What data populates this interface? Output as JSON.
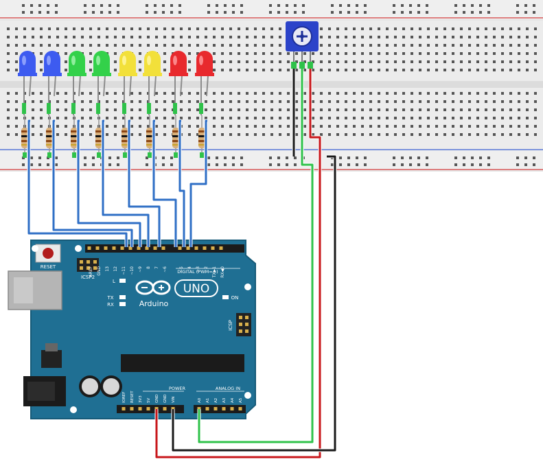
{
  "board": {
    "reset_label": "RESET",
    "icsp2_label": "ICSP2",
    "l_label": "L",
    "tx_label": "TX",
    "rx_label": "RX",
    "on_label": "ON",
    "brand_label": "Arduino",
    "model_label": "UNO",
    "digital_label": "DIGITAL (PWM=~)",
    "icsp_label": "ICSP",
    "power_label": "POWER",
    "analog_label": "ANALOG IN",
    "digital_pins": [
      "AREF",
      "GND",
      "13",
      "12",
      "~11",
      "~10",
      "~9",
      "8",
      "7",
      "~6",
      "~5",
      "4",
      "~3",
      "2",
      "TX▶1",
      "RX◀0"
    ],
    "power_pins": [
      "IOREF",
      "RESET",
      "3V3",
      "5V",
      "GND",
      "GND",
      "VIN"
    ],
    "analog_pins": [
      "A0",
      "A1",
      "A2",
      "A3",
      "A4",
      "A5"
    ]
  },
  "leds": [
    {
      "color": "blue",
      "fill": "#3d5bf0",
      "shine": "#9fb0ff"
    },
    {
      "color": "blue",
      "fill": "#3d5bf0",
      "shine": "#9fb0ff"
    },
    {
      "color": "green",
      "fill": "#33d14a",
      "shine": "#a8f5b2"
    },
    {
      "color": "green",
      "fill": "#33d14a",
      "shine": "#a8f5b2"
    },
    {
      "color": "yellow",
      "fill": "#f2e03a",
      "shine": "#fff7a8"
    },
    {
      "color": "yellow",
      "fill": "#f2e03a",
      "shine": "#fff7a8"
    },
    {
      "color": "red",
      "fill": "#e8292d",
      "shine": "#ff9ea0"
    },
    {
      "color": "red",
      "fill": "#e8292d",
      "shine": "#ff9ea0"
    }
  ],
  "colors": {
    "board_blue": "#1f6f93",
    "wire_blue": "#2f6fc6",
    "wire_green": "#2fc24a",
    "wire_red": "#c8171b",
    "wire_black": "#1a1a1a",
    "breadboard": "#e9e9e9",
    "rail_red": "#d23a3a",
    "rail_blue": "#3a5fd2",
    "pot_body": "#2b43c9"
  }
}
